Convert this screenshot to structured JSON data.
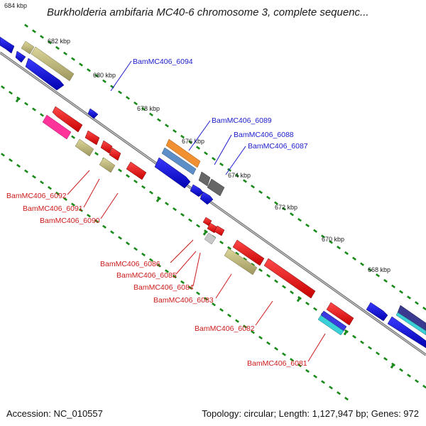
{
  "header": {
    "title": "Burkholderia ambifaria MC40-6 chromosome 3, complete sequenc..."
  },
  "footer": {
    "accession": "Accession: NC_010557",
    "stats": "Topology: circular; Length: 1,127,947 bp; Genes: 972"
  },
  "colors": {
    "backbone": "#888888",
    "tick": "#1a8a1a",
    "label_upper": "#1a1acc",
    "label_lower": "#cc1a1a"
  },
  "kbp_labels": [
    "684 kbp",
    "682 kbp",
    "680 kbp",
    "678 kbp",
    "676 kbp",
    "674 kbp",
    "672 kbp",
    "670 kbp",
    "668 kbp"
  ],
  "gene_labels": {
    "upper": [
      "BamMC406_6094",
      "BamMC406_6089",
      "BamMC406_6088",
      "BamMC406_6087"
    ],
    "lower": [
      "BamMC406_6092",
      "BamMC406_6091",
      "BamMC406_6090",
      "BamMC406_6086",
      "BamMC406_6085",
      "BamMC406_6084",
      "BamMC406_6083",
      "BamMC406_6082",
      "BamMC406_6081"
    ]
  }
}
